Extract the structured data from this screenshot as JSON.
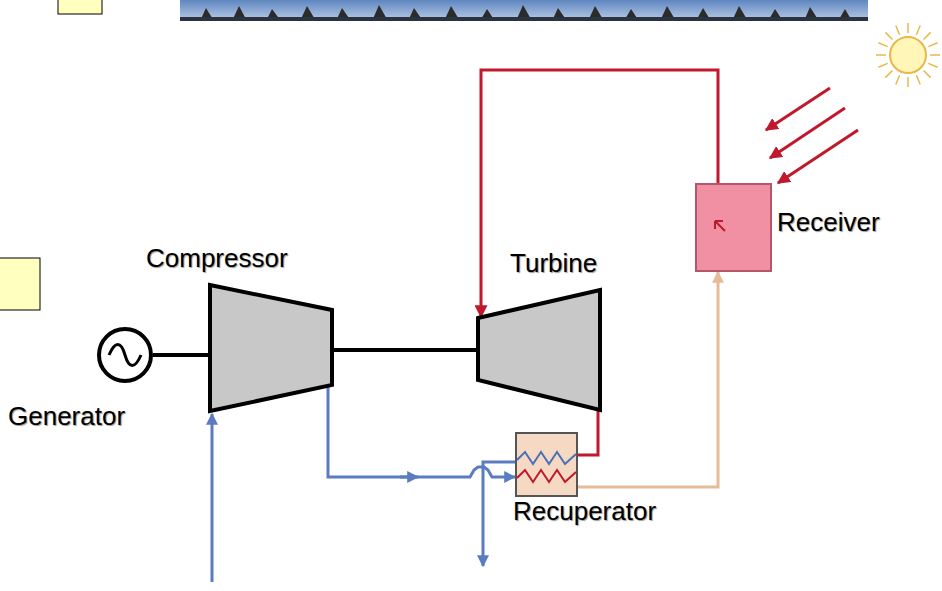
{
  "diagram": {
    "nodes": [
      {
        "text": [
          "Receiver"
        ]
      },
      {
        "text": [
          "Compressor"
        ]
      },
      {
        "text": [
          "Turbine"
        ]
      },
      {
        "text": [
          "Generator"
        ]
      },
      {
        "text": [
          "Recuperator"
        ]
      }
    ],
    "edges": [
      {
        "from": 3,
        "to": 1,
        "arrow": "none"
      },
      {
        "from": 1,
        "to": 2,
        "arrow": "none"
      },
      {
        "from": 1,
        "to": 4,
        "arrow": "to"
      },
      {
        "from": 4,
        "to": 0,
        "arrow": "to"
      },
      {
        "from": 0,
        "to": 2,
        "arrow": "to"
      },
      {
        "from": 2,
        "to": 4,
        "arrow": "none"
      }
    ]
  }
}
